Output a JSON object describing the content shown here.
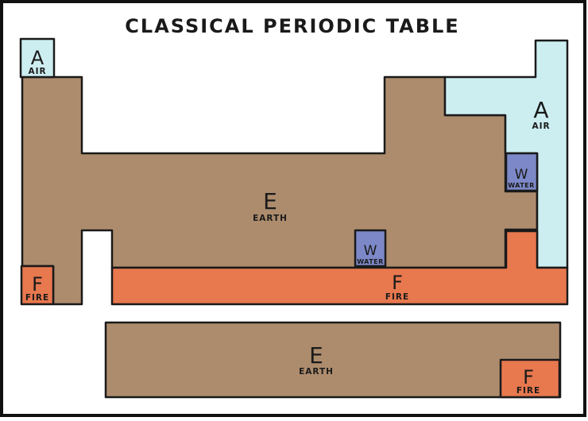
{
  "title": "CLASSICAL PERIODIC TABLE",
  "colors": {
    "air": "#cdeef1",
    "earth": "#ad8c6d",
    "fire": "#e8784e",
    "water": "#7c88c7",
    "outline": "#1a1a1a",
    "background": "#ffffff"
  },
  "elements": {
    "air": {
      "symbol": "A",
      "name": "AIR"
    },
    "earth": {
      "symbol": "E",
      "name": "EARTH"
    },
    "fire": {
      "symbol": "F",
      "name": "FIRE"
    },
    "water": {
      "symbol": "W",
      "name": "WATER"
    }
  }
}
